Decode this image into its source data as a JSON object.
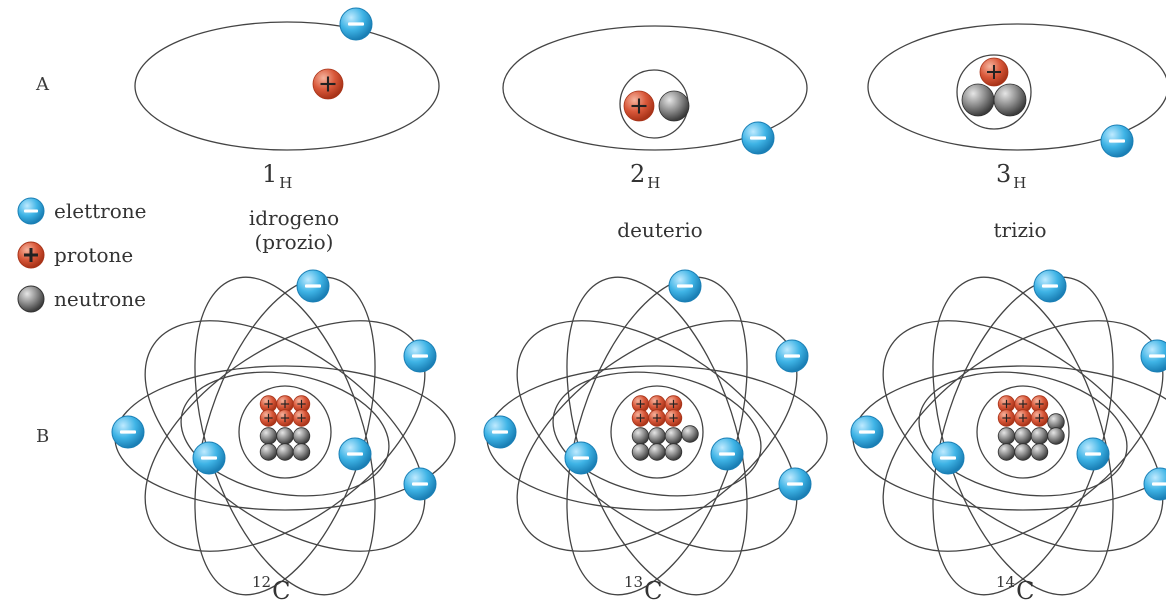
{
  "rows": {
    "a": "A",
    "b": "B"
  },
  "legend": [
    {
      "icon": "electron-icon",
      "label": "elettrone",
      "sign": "−"
    },
    {
      "icon": "proton-icon",
      "label": "protone",
      "sign": "+"
    },
    {
      "icon": "neutron-icon",
      "label": "neutrone",
      "sign": ""
    }
  ],
  "hydrogen": [
    {
      "mass": "1",
      "symbol": "H",
      "name_line1": "idrogeno",
      "name_line2": "(prozio)"
    },
    {
      "mass": "2",
      "symbol": "H",
      "name_line1": "deuterio",
      "name_line2": ""
    },
    {
      "mass": "3",
      "symbol": "H",
      "name_line1": "trizio",
      "name_line2": ""
    }
  ],
  "carbon": [
    {
      "mass": "12",
      "symbol": "C"
    },
    {
      "mass": "13",
      "symbol": "C"
    },
    {
      "mass": "14",
      "symbol": "C"
    }
  ],
  "particle_signs": {
    "electron": "−",
    "proton": "+"
  },
  "colors": {
    "electron": "#3fb4e6",
    "electron_dark": "#1a7fb5",
    "proton": "#d9583a",
    "proton_dark": "#a83318",
    "neutron": "#8a8a8a",
    "neutron_dark": "#3c3c3c",
    "orbit": "#444444"
  }
}
